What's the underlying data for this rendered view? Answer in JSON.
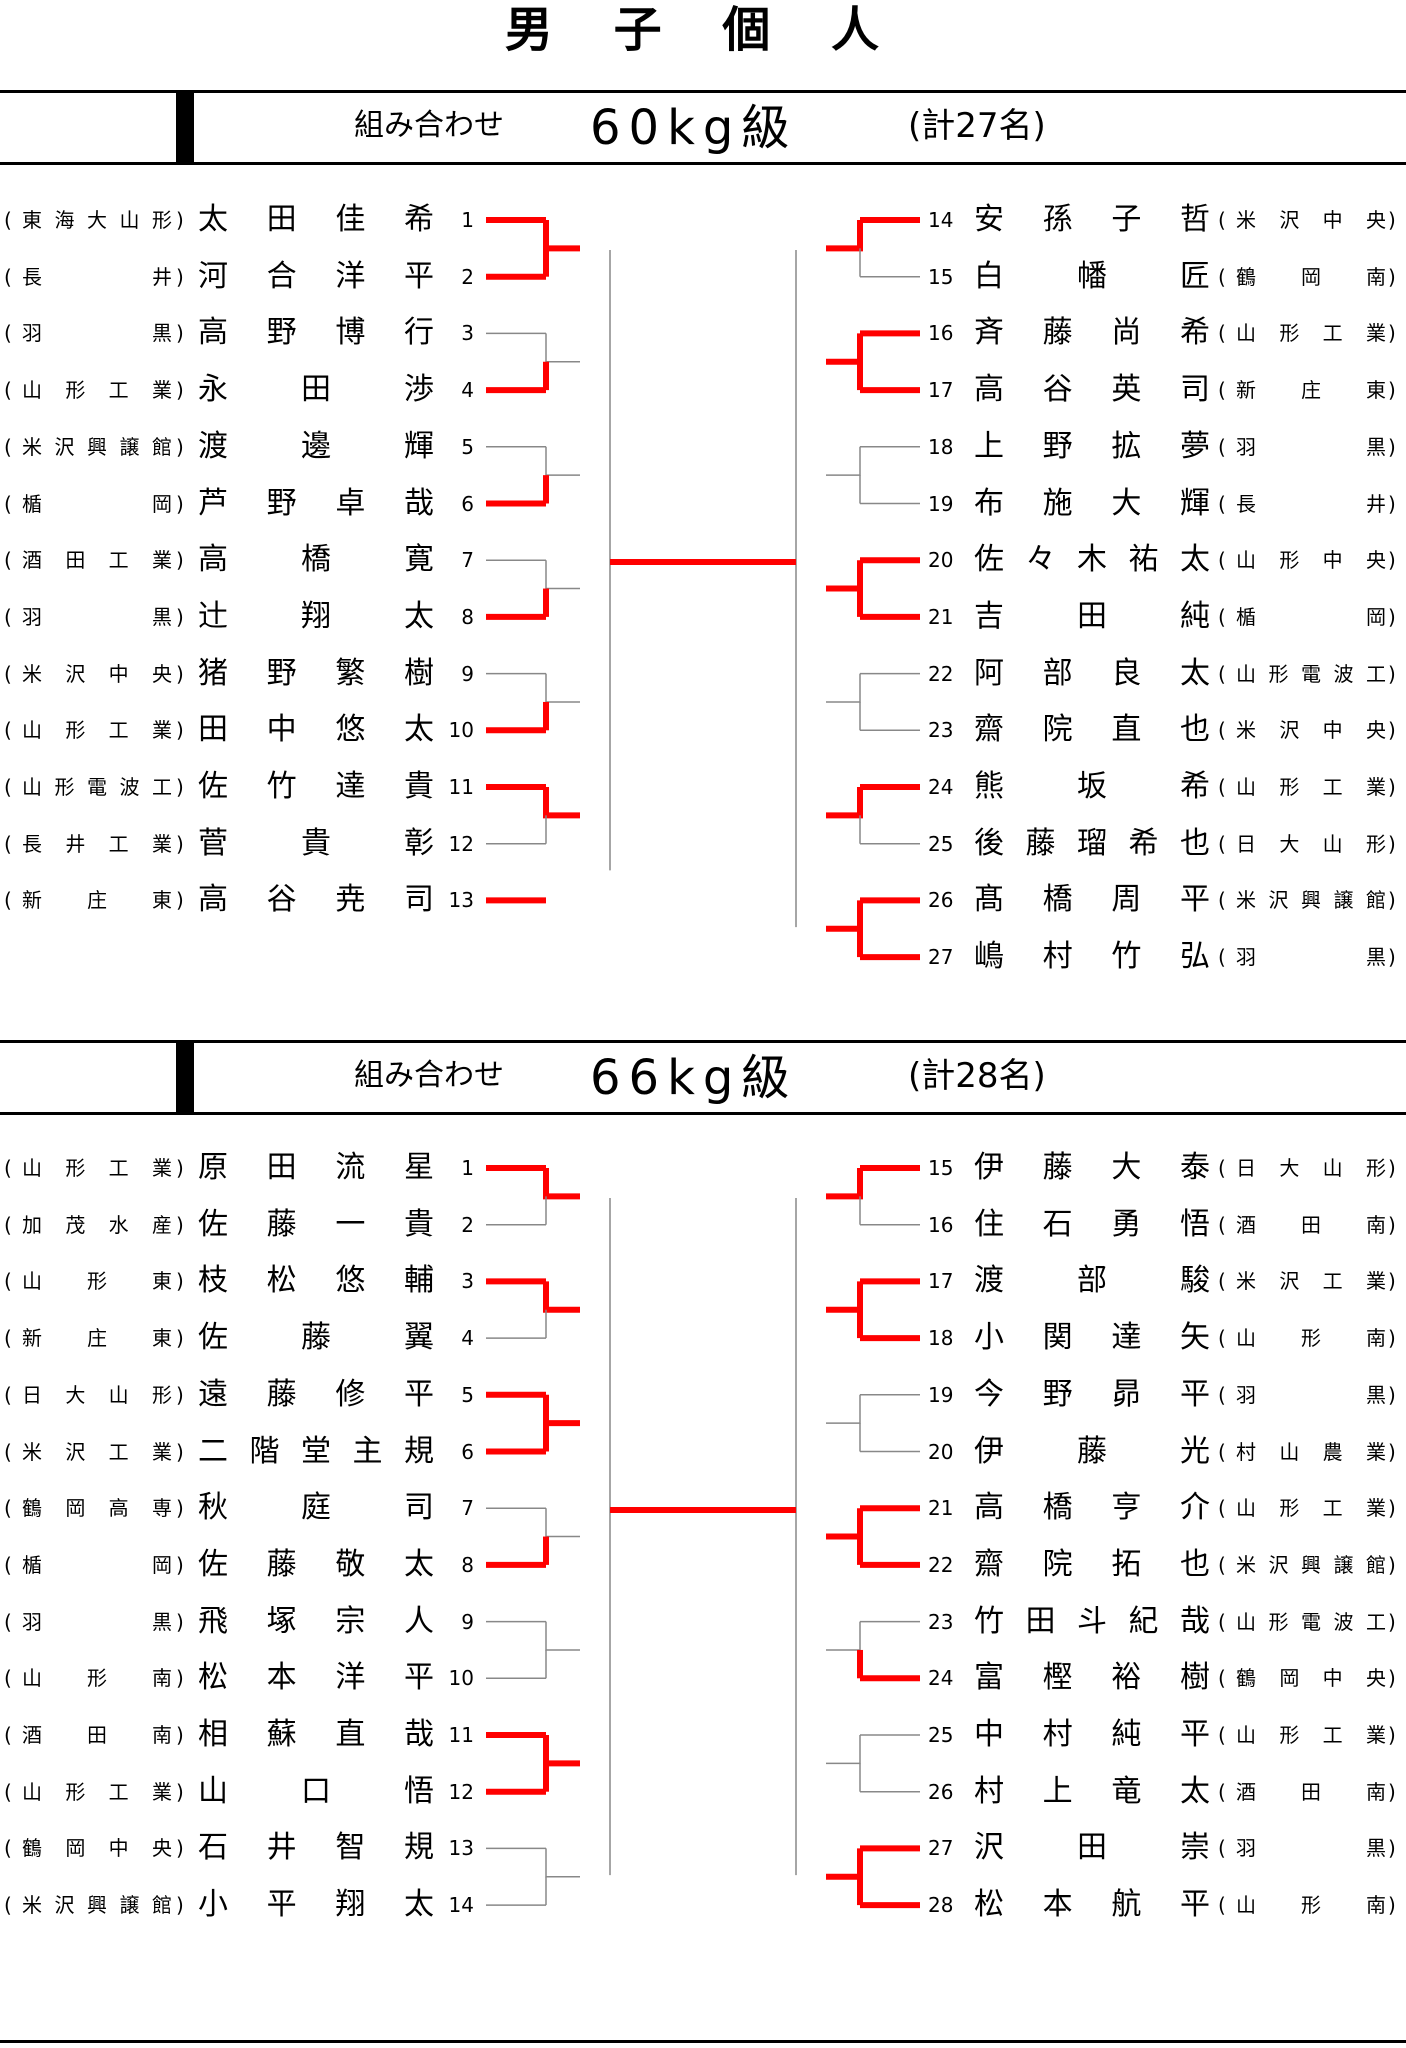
{
  "page_title": "男 子 個 人",
  "divisions": [
    {
      "label": "組み合わせ",
      "weight": "60kg級",
      "count": "(計27名)",
      "left": [
        {
          "num": "1",
          "name": "太田佳希",
          "team": "東海大山形",
          "w": 1
        },
        {
          "num": "2",
          "name": "河合洋平",
          "team": "長井",
          "w": 1
        },
        {
          "num": "3",
          "name": "高野博行",
          "team": "羽黒",
          "w": 0
        },
        {
          "num": "4",
          "name": "永田渉",
          "team": "山形工業",
          "w": 1
        },
        {
          "num": "5",
          "name": "渡邊輝",
          "team": "米沢興譲館",
          "w": 0
        },
        {
          "num": "6",
          "name": "芦野卓哉",
          "team": "楯岡",
          "w": 1
        },
        {
          "num": "7",
          "name": "高橋寛",
          "team": "酒田工業",
          "w": 0
        },
        {
          "num": "8",
          "name": "辻翔太",
          "team": "羽黒",
          "w": 1
        },
        {
          "num": "9",
          "name": "猪野繁樹",
          "team": "米沢中央",
          "w": 0
        },
        {
          "num": "10",
          "name": "田中悠太",
          "team": "山形工業",
          "w": 1
        },
        {
          "num": "11",
          "name": "佐竹達貴",
          "team": "山形電波工",
          "w": 1
        },
        {
          "num": "12",
          "name": "菅貴彰",
          "team": "長井工業",
          "w": 0
        },
        {
          "num": "13",
          "name": "高谷尭司",
          "team": "新庄東",
          "w": 1
        }
      ],
      "right": [
        {
          "num": "14",
          "name": "安孫子哲",
          "team": "米沢中央",
          "w": 1
        },
        {
          "num": "15",
          "name": "白幡匠",
          "team": "鶴岡南",
          "w": 0
        },
        {
          "num": "16",
          "name": "斉藤尚希",
          "team": "山形工業",
          "w": 1
        },
        {
          "num": "17",
          "name": "高谷英司",
          "team": "新庄東",
          "w": 1
        },
        {
          "num": "18",
          "name": "上野拡夢",
          "team": "羽黒",
          "w": 0
        },
        {
          "num": "19",
          "name": "布施大輝",
          "team": "長井",
          "w": 0
        },
        {
          "num": "20",
          "name": "佐々木祐太",
          "team": "山形中央",
          "w": 1
        },
        {
          "num": "21",
          "name": "吉田純",
          "team": "楯岡",
          "w": 1
        },
        {
          "num": "22",
          "name": "阿部良太",
          "team": "山形電波工",
          "w": 0
        },
        {
          "num": "23",
          "name": "齋院直也",
          "team": "米沢中央",
          "w": 0
        },
        {
          "num": "24",
          "name": "熊坂希",
          "team": "山形工業",
          "w": 1
        },
        {
          "num": "25",
          "name": "後藤瑠希也",
          "team": "日大山形",
          "w": 0
        },
        {
          "num": "26",
          "name": "髙橋周平",
          "team": "米沢興譲館",
          "w": 1
        },
        {
          "num": "27",
          "name": "嶋村竹弘",
          "team": "羽黒",
          "w": 1
        }
      ]
    },
    {
      "label": "組み合わせ",
      "weight": "66kg級",
      "count": "(計28名)",
      "left": [
        {
          "num": "1",
          "name": "原田流星",
          "team": "山形工業",
          "w": 1
        },
        {
          "num": "2",
          "name": "佐藤一貴",
          "team": "加茂水産",
          "w": 0
        },
        {
          "num": "3",
          "name": "枝松悠輔",
          "team": "山形東",
          "w": 1
        },
        {
          "num": "4",
          "name": "佐藤翼",
          "team": "新庄東",
          "w": 0
        },
        {
          "num": "5",
          "name": "遠藤修平",
          "team": "日大山形",
          "w": 1
        },
        {
          "num": "6",
          "name": "二階堂主規",
          "team": "米沢工業",
          "w": 1
        },
        {
          "num": "7",
          "name": "秋庭司",
          "team": "鶴岡高専",
          "w": 0
        },
        {
          "num": "8",
          "name": "佐藤敬太",
          "team": "楯岡",
          "w": 1
        },
        {
          "num": "9",
          "name": "飛塚宗人",
          "team": "羽黒",
          "w": 0
        },
        {
          "num": "10",
          "name": "松本洋平",
          "team": "山形南",
          "w": 0
        },
        {
          "num": "11",
          "name": "相蘇直哉",
          "team": "酒田南",
          "w": 1
        },
        {
          "num": "12",
          "name": "山口悟",
          "team": "山形工業",
          "w": 1
        },
        {
          "num": "13",
          "name": "石井智規",
          "team": "鶴岡中央",
          "w": 0
        },
        {
          "num": "14",
          "name": "小平翔太",
          "team": "米沢興譲館",
          "w": 0
        }
      ],
      "right": [
        {
          "num": "15",
          "name": "伊藤大泰",
          "team": "日大山形",
          "w": 1
        },
        {
          "num": "16",
          "name": "住石勇悟",
          "team": "酒田南",
          "w": 0
        },
        {
          "num": "17",
          "name": "渡部駿",
          "team": "米沢工業",
          "w": 1
        },
        {
          "num": "18",
          "name": "小関達矢",
          "team": "山形南",
          "w": 1
        },
        {
          "num": "19",
          "name": "今野昴平",
          "team": "羽黒",
          "w": 0
        },
        {
          "num": "20",
          "name": "伊藤光",
          "team": "村山農業",
          "w": 0
        },
        {
          "num": "21",
          "name": "高橋亨介",
          "team": "山形工業",
          "w": 1
        },
        {
          "num": "22",
          "name": "齋院拓也",
          "team": "米沢興譲館",
          "w": 1
        },
        {
          "num": "23",
          "name": "竹田斗紀哉",
          "team": "山形電波工",
          "w": 0
        },
        {
          "num": "24",
          "name": "富樫裕樹",
          "team": "鶴岡中央",
          "w": 1
        },
        {
          "num": "25",
          "name": "中村純平",
          "team": "山形工業",
          "w": 0
        },
        {
          "num": "26",
          "name": "村上竜太",
          "team": "酒田南",
          "w": 0
        },
        {
          "num": "27",
          "name": "沢田崇",
          "team": "羽黒",
          "w": 1
        },
        {
          "num": "28",
          "name": "松本航平",
          "team": "山形南",
          "w": 1
        }
      ]
    }
  ],
  "colors": {
    "winner_line": "#ff0000",
    "loser_line": "#888888",
    "text": "#000000",
    "rule": "#000000"
  }
}
